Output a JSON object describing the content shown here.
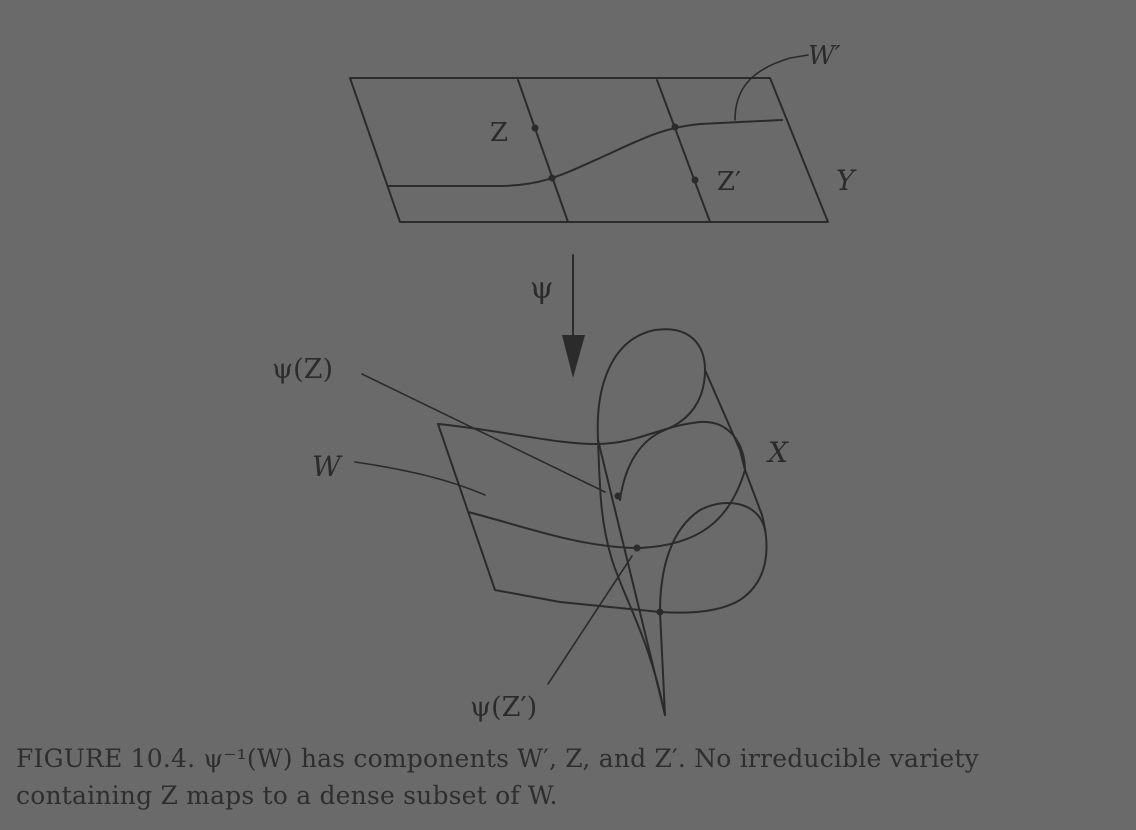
{
  "figure": {
    "labels": {
      "w_prime": "W′",
      "z": "Z",
      "z_prime": "Z′",
      "y": "Y",
      "psi": "ψ",
      "psi_z": "ψ(Z)",
      "w": "W",
      "x": "X",
      "psi_z_prime": "ψ(Z′)"
    }
  },
  "caption": {
    "figure_number": "FIGURE 10.4.",
    "text": "ψ⁻¹(W) has components W′, Z, and Z′. No irreducible variety containing Z maps to a dense subset of W."
  }
}
